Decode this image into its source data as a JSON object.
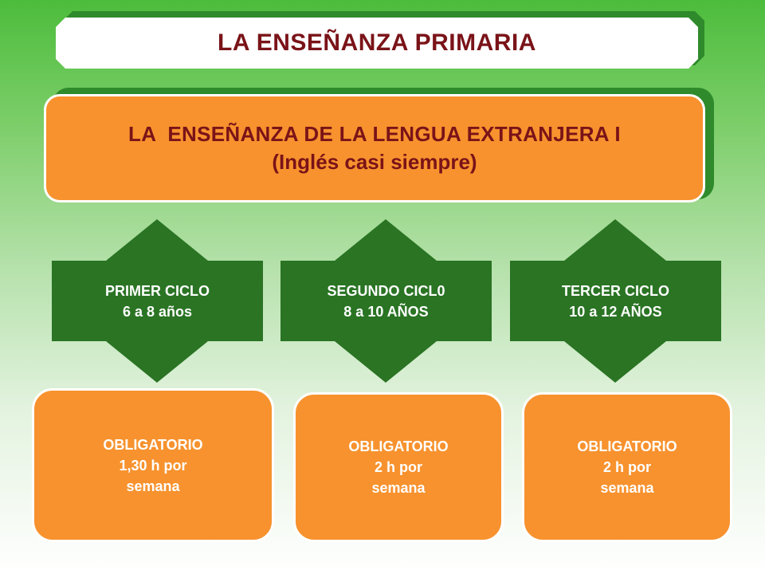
{
  "title": "LA ENSEÑANZA PRIMARIA",
  "header": {
    "line1": "LA  ENSEÑANZA DE LA LENGUA EXTRANJERA I",
    "line2": "(Inglés casi siempre)"
  },
  "cycles": [
    {
      "name": "PRIMER CICLO",
      "ages": "6 a 8 años"
    },
    {
      "name": "SEGUNDO CICL0",
      "ages": "8 a 10 AÑOS"
    },
    {
      "name": "TERCER CICLO",
      "ages": "10 a 12 AÑOS"
    }
  ],
  "requirements": [
    {
      "status": "OBLIGATORIO",
      "hours": "1,30 h por",
      "unit": "semana"
    },
    {
      "status": "OBLIGATORIO",
      "hours": "2 h por",
      "unit": "semana"
    },
    {
      "status": "OBLIGATORIO",
      "hours": "2 h por",
      "unit": "semana"
    }
  ],
  "colors": {
    "dark_green": "#2a7424",
    "orange": "#f7922e",
    "title_red": "#7a1318"
  }
}
